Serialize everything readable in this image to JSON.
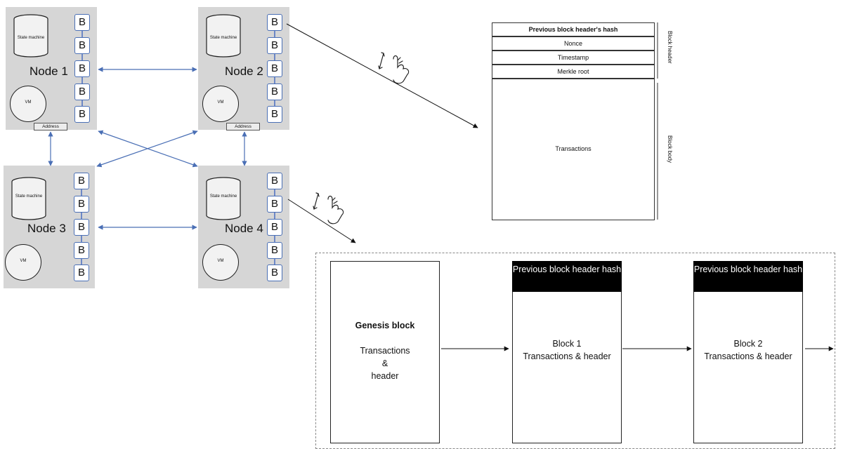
{
  "nodes": [
    {
      "label": "Node 1",
      "state_machine": "State machine",
      "vm": "VM",
      "blocks": [
        "B",
        "B",
        "B",
        "B",
        "B"
      ]
    },
    {
      "label": "Node 2",
      "state_machine": "State machine",
      "vm": "VM",
      "blocks": [
        "B",
        "B",
        "B",
        "B",
        "B"
      ]
    },
    {
      "label": "Node 3",
      "state_machine": "State machine",
      "vm": "VM",
      "blocks": [
        "B",
        "B",
        "B",
        "B",
        "B"
      ]
    },
    {
      "label": "Node 4",
      "state_machine": "State machine",
      "vm": "VM",
      "blocks": [
        "B",
        "B",
        "B",
        "B",
        "B"
      ]
    }
  ],
  "address_label": "Address",
  "block_structure": {
    "header_rows": [
      "Previous block header's hash",
      "Nonce",
      "Timestamp",
      "Merkle root"
    ],
    "body_label": "Transactions",
    "header_side_label": "Block header",
    "body_side_label": "Block body"
  },
  "chain": {
    "genesis": {
      "title": "Genesis block",
      "line1": "Transactions",
      "line2": "&",
      "line3": "header"
    },
    "blocks": [
      {
        "head": "Previous block header hash",
        "name": "Block 1",
        "desc": "Transactions & header"
      },
      {
        "head": "Previous block header hash",
        "name": "Block 2",
        "desc": "Transactions & header"
      }
    ]
  },
  "colors": {
    "node_bg": "#d6d6d6",
    "link": "#4a6fb5",
    "block_head": "#000000"
  },
  "icons": [
    "zoom-gesture-icon"
  ]
}
